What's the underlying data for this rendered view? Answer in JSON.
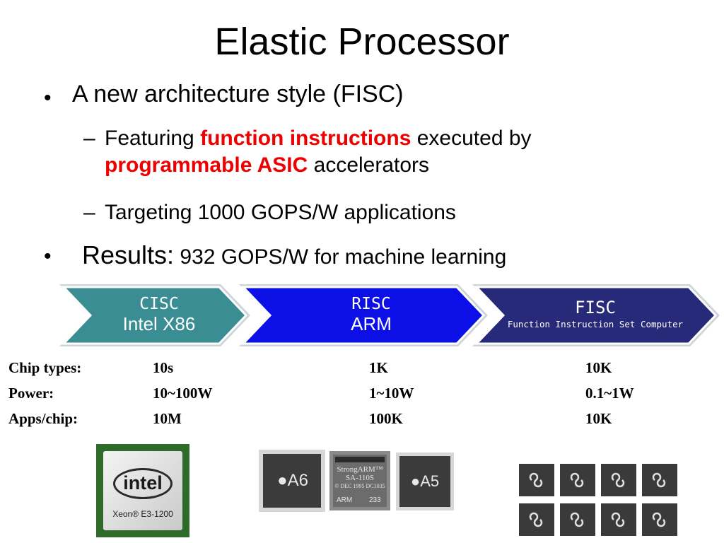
{
  "title": "Elastic Processor",
  "bullets": {
    "b1": "A new architecture style (FISC)",
    "b1_sub1_a": "Featuring ",
    "b1_sub1_red1": "function instructions",
    "b1_sub1_b": " executed by",
    "b1_sub1_red2": "programmable ASIC",
    "b1_sub1_c": " accelerators",
    "b1_sub2": "Targeting 1000 GOPS/W applications",
    "b2_label": "Results:",
    "b2_value": " 932 GOPS/W for machine learning",
    "dash": "–",
    "dot": "•"
  },
  "chevrons": [
    {
      "line1": "CISC",
      "line2": "Intel X86",
      "color": "#3a8e93"
    },
    {
      "line1": "RISC",
      "line2": "ARM",
      "color": "#0c10e6"
    },
    {
      "line1": "FISC",
      "line2": "Function Instruction Set Computer",
      "color": "#262a78"
    }
  ],
  "table": {
    "headers": [
      "Chip types:",
      "Power:",
      "Apps/chip:"
    ],
    "cisc": [
      "10s",
      "10~100W",
      "10M"
    ],
    "risc": [
      "1K",
      "1~10W",
      "100K"
    ],
    "fisc": [
      "10K",
      "0.1~1W",
      "10K"
    ]
  },
  "chips": {
    "intel_logo": "intel",
    "intel_model": "Xeon® E3-1200",
    "a6": "A6",
    "strongarm_line1": "StrongARM™",
    "strongarm_line2": "SA-110S",
    "strongarm_line3": "© DEC 1995 DC1035",
    "strongarm_foot": "ARM",
    "strongarm_num": "233",
    "a5": "A5"
  }
}
